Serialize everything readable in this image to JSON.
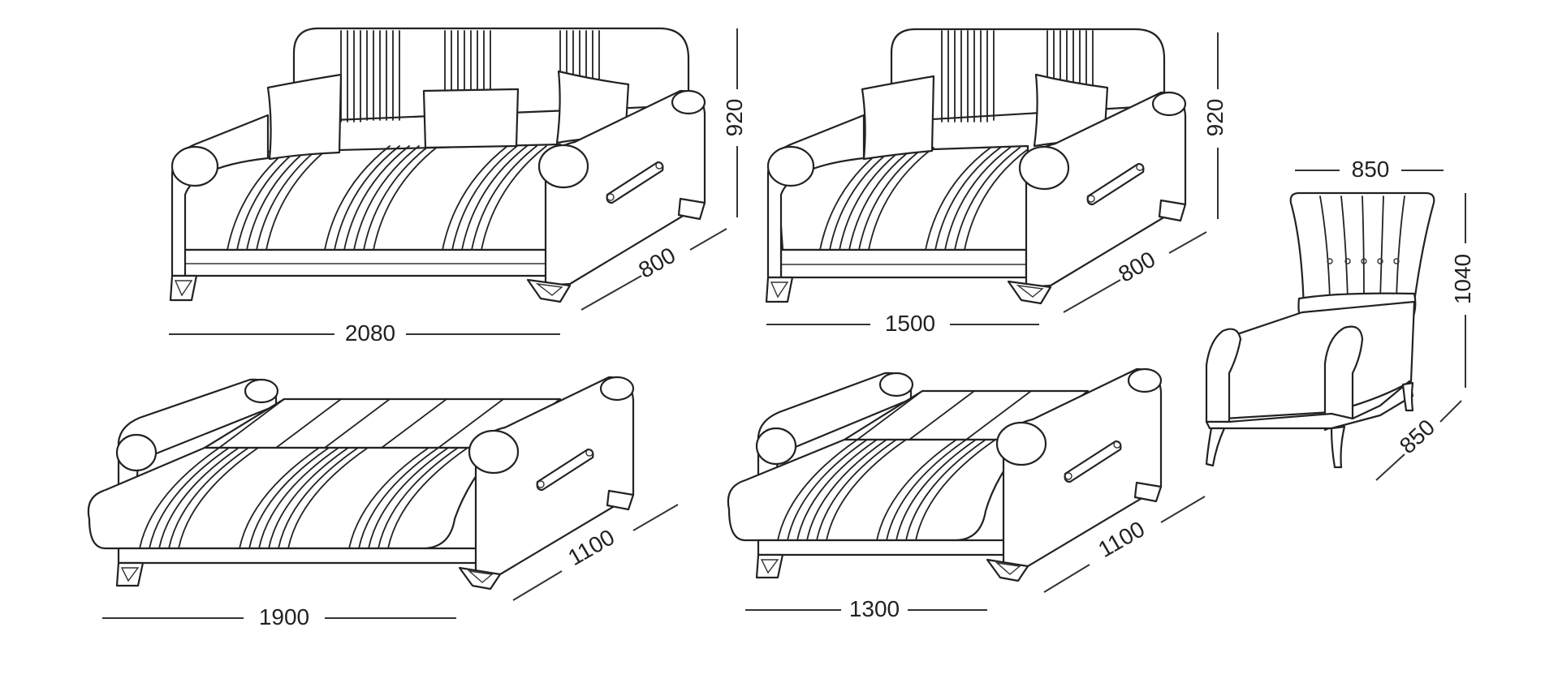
{
  "colors": {
    "line": "#222222",
    "background": "#ffffff"
  },
  "products": [
    {
      "id": "sofa-2080",
      "state": "folded",
      "dimensions": {
        "width": "2080",
        "depth": "800",
        "height": "920"
      }
    },
    {
      "id": "sofa-1500",
      "state": "folded",
      "dimensions": {
        "width": "1500",
        "depth": "800",
        "height": "920"
      }
    },
    {
      "id": "armchair",
      "state": "standard",
      "dimensions": {
        "width": "850",
        "depth": "850",
        "height": "1040"
      }
    },
    {
      "id": "sofa-2080-bed",
      "state": "unfolded",
      "dimensions": {
        "width": "1900",
        "depth": "1100"
      }
    },
    {
      "id": "sofa-1500-bed",
      "state": "unfolded",
      "dimensions": {
        "width": "1300",
        "depth": "1100"
      }
    }
  ]
}
